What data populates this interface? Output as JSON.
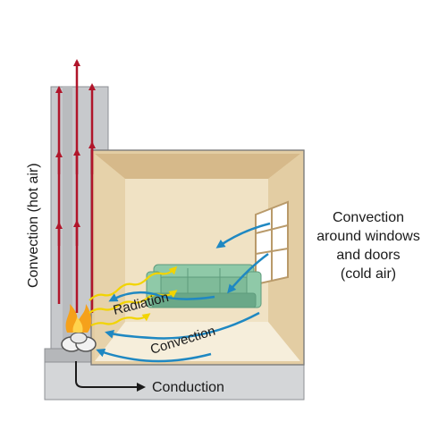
{
  "labels": {
    "hot_air": "Convection (hot air)",
    "windows_line1": "Convection",
    "windows_line2": "around windows",
    "windows_line3": "and doors",
    "windows_line4": "(cold air)",
    "radiation": "Radiation",
    "convection_floor": "Convection",
    "conduction": "Conduction"
  },
  "colors": {
    "chimney": "#c7c9cc",
    "chimney_dark": "#a9abaf",
    "room_outline": "#7a7a7a",
    "back_wall": "#f0e2c4",
    "side_wall": "#e3cda3",
    "ceiling": "#d6b98a",
    "floor": "#f6eedb",
    "couch": "#8fc9a8",
    "couch_dark": "#6aa888",
    "hot_arrow": "#b0152a",
    "cold_arrow": "#1f88c2",
    "radiation_wave": "#f2d400",
    "fire": "#f5a11b"
  },
  "icons": [
    "fire-icon",
    "log-icon",
    "couch-icon",
    "window-icon"
  ]
}
